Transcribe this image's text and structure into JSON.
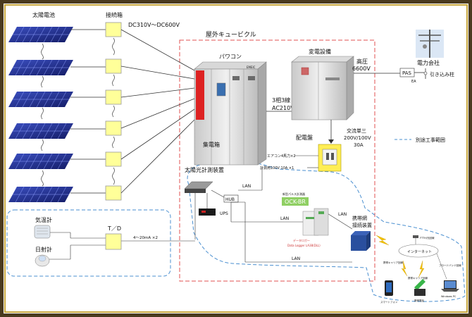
{
  "labels": {
    "solar_panels": "太陽電池",
    "junction_box": "接続箱",
    "dc_voltage": "DC310V～DC600V",
    "outdoor_cubicle": "屋外キュービクル",
    "pcs": "パワコン",
    "pcs_brand": "EMEIC",
    "substation": "変電設備",
    "high_voltage": "高圧",
    "hv_value": "6600V",
    "power_company": "電力会社",
    "pas": "PAS",
    "ea": "EA",
    "service_pole": "引き込み柱",
    "three_phase_1": "3相3線",
    "three_phase_2": "AC210V",
    "collector_box": "集電箱",
    "ac_single_1": "交流単三",
    "ac_single_2": "200V/100V",
    "ac_single_3": "30A",
    "distribution_panel": "配電盤",
    "aircon": "エアコン4馬力×2",
    "meter_line": "計測用100V 10A ×1",
    "separate_work": "別途工事範囲",
    "solar_measurement": "太陽光計測装置",
    "lan1": "LAN",
    "hub": "HUB",
    "ups": "UPS",
    "lan2": "LAN",
    "lan3": "LAN",
    "lan4": "LAN",
    "ock_brand": "OCK-BR",
    "ock_small": "新型パルス計測器",
    "datalogger_1": "データロガー",
    "datalogger_2": "Data Logger LA38(DLL)",
    "mobile_1": "携帯網",
    "mobile_2": "接続装置",
    "thermometer": "気温計",
    "pyranometer": "日射計",
    "td": "T／D",
    "analog_signal": "4～20mA ×2",
    "internet": "インターネット",
    "router": "FTTH/光回線",
    "mobile_carrier": "携帯キャリア回線",
    "smartphone": "スマートフォン",
    "smartphone_net": "携帯キャリア回線",
    "tablet": "携帯電話",
    "windows_pc": "Windows PC",
    "broadband": "ブロードバンド回線"
  },
  "colors": {
    "panel_blue": "#1f2e8f",
    "box_yellow": "#ffff99",
    "cubicle_border": "#e05050",
    "scope_border": "#4a8fd0",
    "ock_green": "#8fcf63",
    "frame_dark": "#4a3a1e"
  }
}
